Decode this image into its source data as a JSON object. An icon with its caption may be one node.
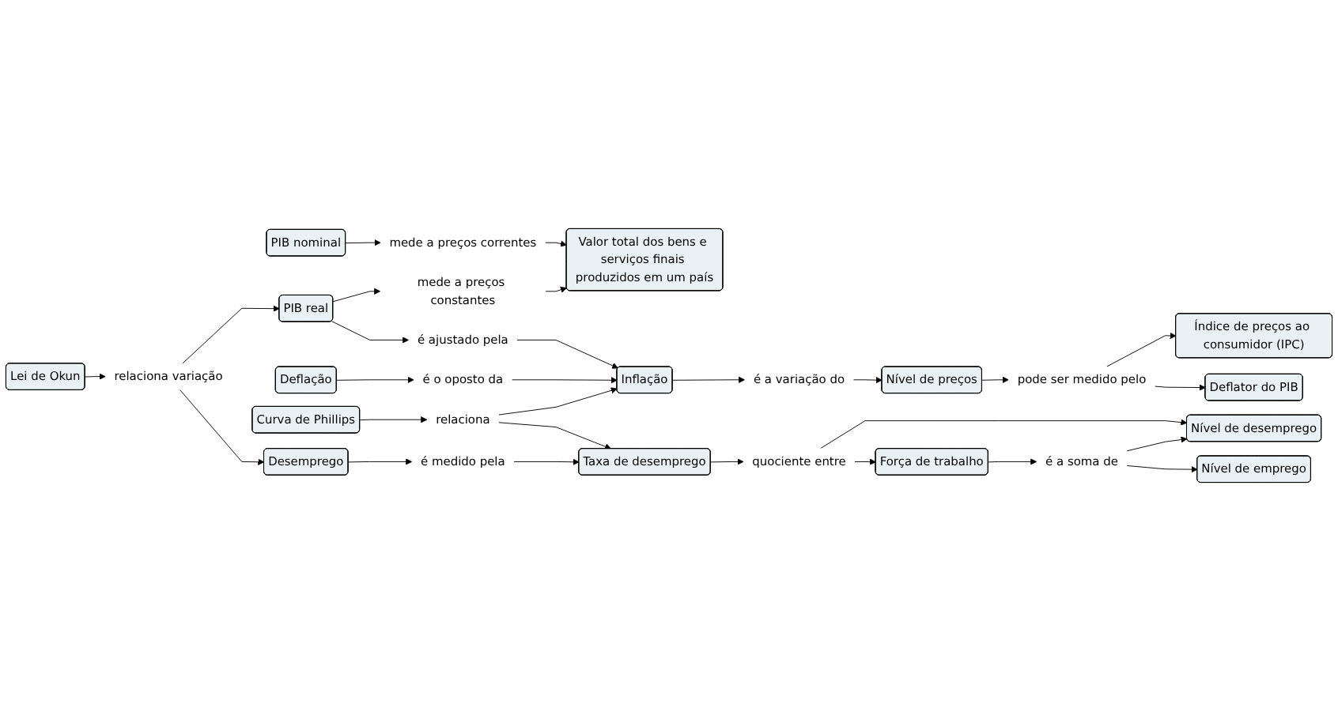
{
  "diagram": {
    "nodes": [
      {
        "text": [
          "PIB nominal"
        ]
      },
      {
        "text": [
          "mede a preços correntes"
        ]
      },
      {
        "text": [
          "Valor total dos bens e serviços finais produzidos em um país"
        ]
      },
      {
        "text": [
          "Lei de Okun"
        ]
      },
      {
        "text": [
          "PIB real"
        ]
      },
      {
        "text": [
          "mede a preços constantes"
        ]
      },
      {
        "text": [
          "relaciona variação"
        ]
      },
      {
        "text": [
          "é ajustado pela"
        ]
      },
      {
        "text": [
          "Índice de preços ao consumidor (IPC)"
        ]
      },
      {
        "text": [
          "Deflação"
        ]
      },
      {
        "text": [
          "é o oposto da"
        ]
      },
      {
        "text": [
          "Inflação"
        ]
      },
      {
        "text": [
          "é a variação do"
        ]
      },
      {
        "text": [
          "Nível de preços"
        ]
      },
      {
        "text": [
          "pode ser medido pelo"
        ]
      },
      {
        "text": [
          "Deflator do PIB"
        ]
      },
      {
        "text": [
          "Curva de Phillips"
        ]
      },
      {
        "text": [
          "relaciona"
        ]
      },
      {
        "text": [
          "Nível de desemprego"
        ]
      },
      {
        "text": [
          "Nível de emprego"
        ]
      },
      {
        "text": [
          "Desemprego"
        ]
      },
      {
        "text": [
          "é medido pela"
        ]
      },
      {
        "text": [
          "Taxa de desemprego"
        ]
      },
      {
        "text": [
          "quociente entre"
        ]
      },
      {
        "text": [
          "é a soma de"
        ]
      },
      {
        "text": [
          "Força de trabalho"
        ]
      }
    ],
    "edges": [
      {
        "from": 0,
        "to": 1,
        "arrow": "to"
      },
      {
        "from": 1,
        "to": 2,
        "arrow": "to"
      },
      {
        "from": 4,
        "to": 5,
        "arrow": "to"
      },
      {
        "from": 5,
        "to": 2,
        "arrow": "to"
      },
      {
        "from": 3,
        "to": 6,
        "arrow": "to"
      },
      {
        "from": 6,
        "to": 4,
        "arrow": "to"
      },
      {
        "from": 6,
        "to": 20,
        "arrow": "to"
      },
      {
        "from": 4,
        "to": 7,
        "arrow": "to"
      },
      {
        "from": 7,
        "to": 11,
        "arrow": "to"
      },
      {
        "from": 9,
        "to": 10,
        "arrow": "to"
      },
      {
        "from": 10,
        "to": 11,
        "arrow": "to"
      },
      {
        "from": 11,
        "to": 12,
        "arrow": "to"
      },
      {
        "from": 12,
        "to": 13,
        "arrow": "to"
      },
      {
        "from": 13,
        "to": 14,
        "arrow": "to"
      },
      {
        "from": 14,
        "to": 8,
        "arrow": "to"
      },
      {
        "from": 14,
        "to": 15,
        "arrow": "to"
      },
      {
        "from": 16,
        "to": 17,
        "arrow": "to"
      },
      {
        "from": 17,
        "to": 11,
        "arrow": "to"
      },
      {
        "from": 17,
        "to": 22,
        "arrow": "to"
      },
      {
        "from": 20,
        "to": 21,
        "arrow": "to"
      },
      {
        "from": 21,
        "to": 22,
        "arrow": "to"
      },
      {
        "from": 22,
        "to": 23,
        "arrow": "to"
      },
      {
        "from": 23,
        "to": 18,
        "arrow": "to"
      },
      {
        "from": 23,
        "to": 25,
        "arrow": "to"
      },
      {
        "from": 25,
        "to": 24,
        "arrow": "to"
      },
      {
        "from": 24,
        "to": 18,
        "arrow": "to"
      },
      {
        "from": 24,
        "to": 19,
        "arrow": "to"
      }
    ]
  }
}
